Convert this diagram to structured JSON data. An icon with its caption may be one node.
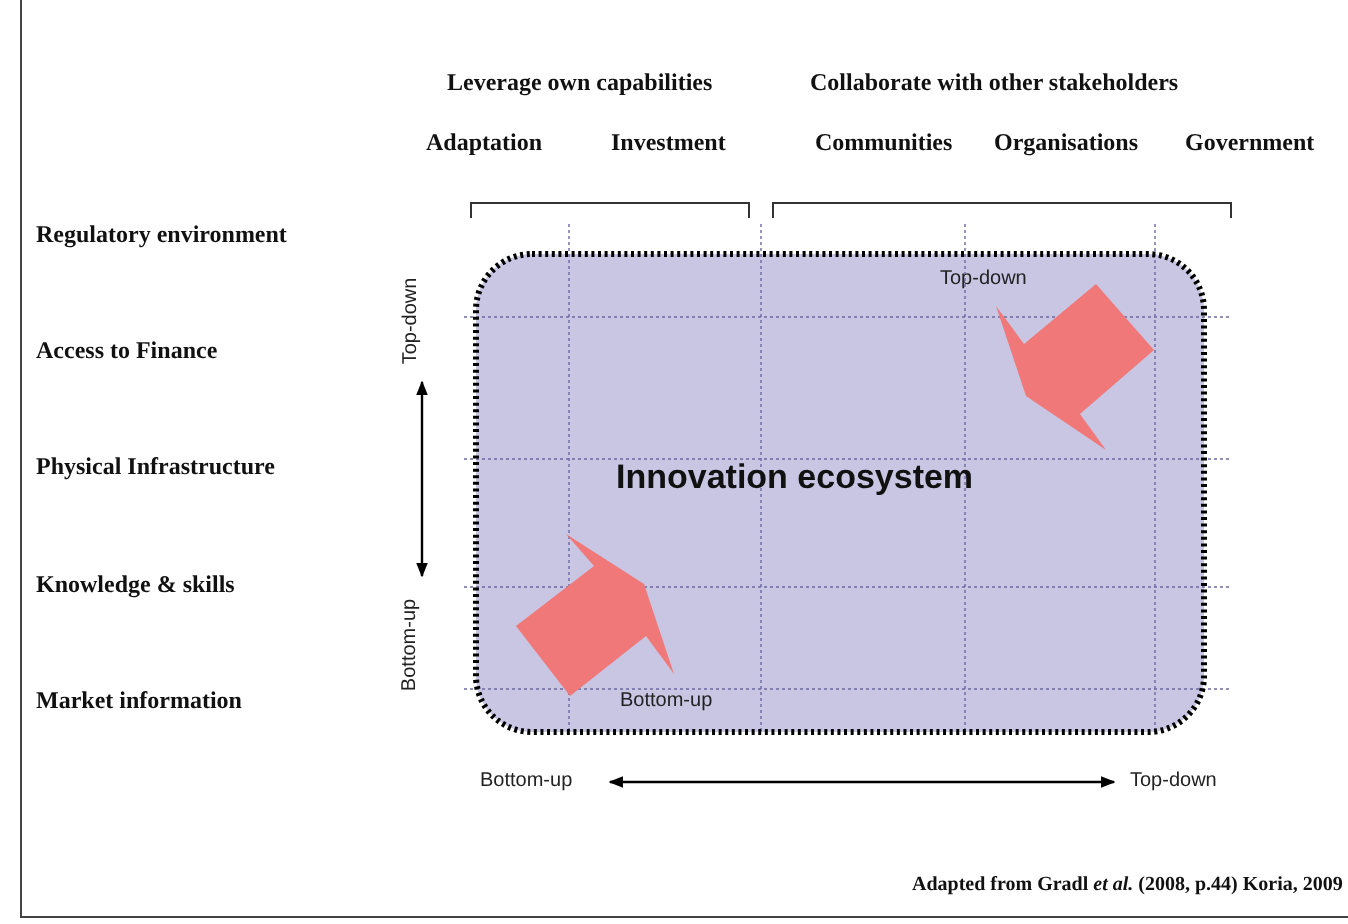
{
  "diagram": {
    "caption": "Adapted from Gradl *et al.* (2008, p.44)  Koria, 2009",
    "nodes": [
      {
        "text": [
          "Innovation ecosystem"
        ]
      }
    ],
    "labels": [
      "Leverage own capabilities",
      "Collaborate with other stakeholders",
      "Adaptation",
      "Investment",
      "Communities",
      "Organisations",
      "Government",
      "Regulatory environment",
      "Top-down",
      "Top-down",
      "Access to Finance",
      "Physical Infrastructure",
      "Knowledge & skills",
      "Bottom-up",
      "Market information",
      "Bottom-up",
      "Bottom-up",
      "Top-down"
    ]
  }
}
